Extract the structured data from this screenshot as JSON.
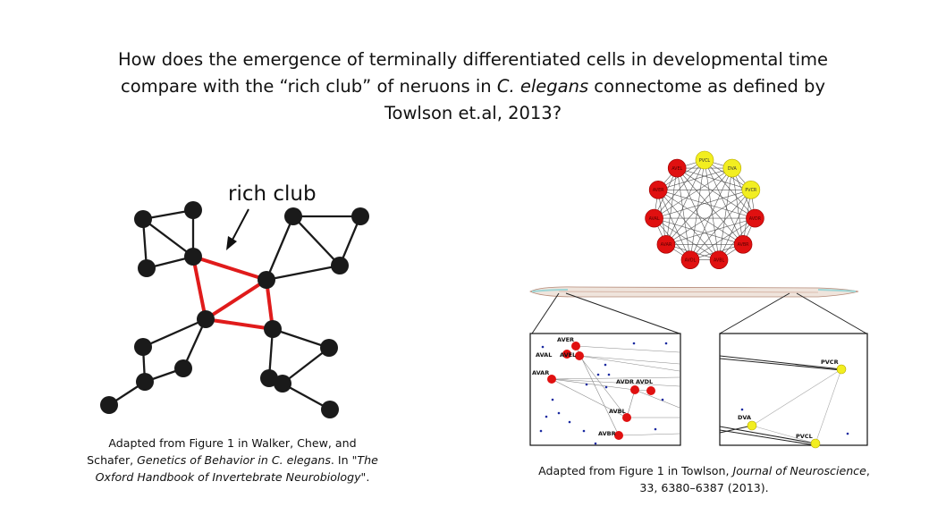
{
  "title": {
    "line1": "How does the emergence of terminally differentiated cells in developmental time",
    "line2_pre": "compare with the “rich club” of neruons in ",
    "line2_italic": "C. elegans",
    "line2_post": " connectome as defined by",
    "line3": "Towlson et.al, 2013?"
  },
  "left_figure": {
    "label": "rich club",
    "colors": {
      "node": "#1a1a1a",
      "edge": "#1a1a1a",
      "rich_edge": "#e01b1b"
    }
  },
  "right_figure": {
    "ring_labels": [
      "AVAL",
      "AVAR",
      "AVER",
      "AVEL",
      "AVBR",
      "AVBL",
      "AVDR",
      "AVDL",
      "PVCL",
      "DVA",
      "PVCR"
    ],
    "left_zoom_labels": [
      "AVER",
      "AVAL",
      "AVEL",
      "AVAR",
      "AVDR",
      "AVDL",
      "AVBL",
      "AVBR"
    ],
    "right_zoom_labels": [
      "PVCR",
      "DVA",
      "PVCL"
    ],
    "colors": {
      "red_node": "#e01010",
      "yellow_node": "#f2ee20",
      "blue_dot": "#1a2aa0"
    }
  },
  "captions": {
    "left_line1": "Adapted from Figure 1 in Walker, Chew, and",
    "left_line2_pre": "Schafer, ",
    "left_line2_italic": "Genetics of Behavior in C. elegans",
    "left_line2_post": ". In \"",
    "left_line2_italic2": "The",
    "left_line3_italic": "Oxford Handbook of Invertebrate Neurobiology",
    "left_line3_post": "\".",
    "right_line1_pre": "Adapted from Figure 1 in Towlson, ",
    "right_line1_italic": "Journal of Neuroscience",
    "right_line1_post": ",",
    "right_line2": "33, 6380–6387 (2013)."
  }
}
